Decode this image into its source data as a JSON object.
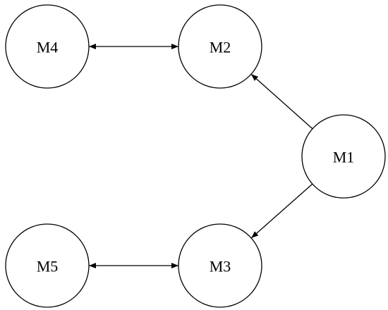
{
  "diagram": {
    "nodes": [
      {
        "id": "M4",
        "label": "M4"
      },
      {
        "id": "M2",
        "label": "M2"
      },
      {
        "id": "M1",
        "label": "M1"
      },
      {
        "id": "M5",
        "label": "M5"
      },
      {
        "id": "M3",
        "label": "M3"
      }
    ],
    "edges": [
      {
        "from": "M4",
        "to": "M2",
        "direction": "both"
      },
      {
        "from": "M1",
        "to": "M2",
        "direction": "forward"
      },
      {
        "from": "M1",
        "to": "M3",
        "direction": "forward"
      },
      {
        "from": "M5",
        "to": "M3",
        "direction": "both"
      }
    ],
    "colors": {
      "stroke": "#000000",
      "fill": "#ffffff"
    }
  }
}
